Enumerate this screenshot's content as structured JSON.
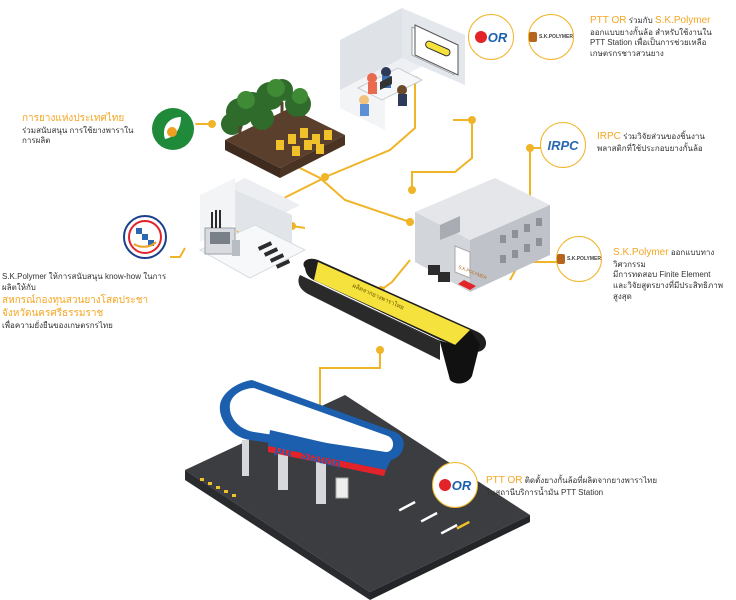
{
  "colors": {
    "accent": "#f5a623",
    "connector": "#f0b429",
    "ptt_blue": "#1b5fae",
    "ptt_red": "#e2232a",
    "irpc_blue": "#2b67b1",
    "rubber_yellow": "#f6e23c",
    "asphalt": "#3b3d40"
  },
  "ptt_or_top": {
    "logo_text": "OR",
    "title": "PTT OR",
    "joiner": "ร่วมกับ",
    "partner": "S.K.Polymer",
    "line1": "ออกแบบยางกั้นล้อ สำหรับใช้งานใน",
    "line2": "PTT Station เพื่อเป็นการช่วยเหลือ",
    "line3": "เกษตรกรชาวสวนยาง"
  },
  "sk_logo": {
    "text": "S.K.POLYMER"
  },
  "rubber_authority": {
    "title": "การยางแห่งประเทศไทย",
    "desc": "ร่วมสนับสนุน การใช้ยางพาราในการผลิต"
  },
  "irpc": {
    "logo_text": "IRPC",
    "title": "IRPC",
    "line1": "ร่วมวิจัยส่วนของชิ้นงาน",
    "line2": "พลาสติกที่ใช้ประกอบยางกั้นล้อ"
  },
  "sk_design": {
    "title": "S.K.Polymer",
    "line1": "ออกแบบทางวิศวกรรม",
    "line2": "มีการทดสอบ Finite Element",
    "line3": "และวิจัยสูตรยางที่มีประสิทธิภาพสูงสุด"
  },
  "cooperative": {
    "line1": "S.K.Polymer ให้การสนับสนุน know-how ในการผลิตให้กับ",
    "name1": "สหกรณ์กองทุนสวนยางโสตประชา",
    "name2": "จังหวัดนครศรีธรรมราช",
    "line2": "เพื่อความยั่งยืนของเกษตรกรไทย"
  },
  "wheel_stop": {
    "label": "ผลิตจากยางพาราไทย"
  },
  "factory_sign": {
    "text": "S.K.POLYMER"
  },
  "station": {
    "sign_ptt": "ptt",
    "sign_station": "Station"
  },
  "ptt_or_bottom": {
    "logo_text": "OR",
    "title": "PTT OR",
    "desc1": "ติดตั้งยางกั้นล้อที่ผลิตจากยางพาราไทย",
    "desc2": "ในสถานีบริการน้ำมัน PTT Station"
  }
}
